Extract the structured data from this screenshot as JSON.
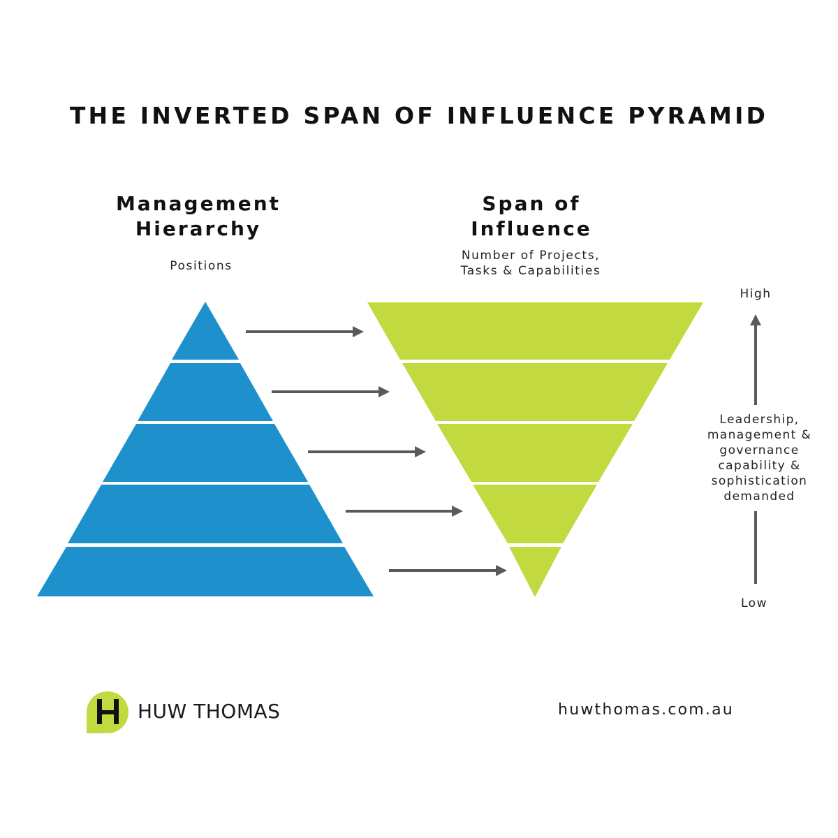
{
  "title": "THE INVERTED SPAN OF INFLUENCE PYRAMID",
  "left": {
    "heading_line1": "Management",
    "heading_line2": "Hierarchy",
    "subheading": "Positions"
  },
  "right": {
    "heading_line1": "Span of",
    "heading_line2": "Influence",
    "subheading_line1": "Number of Projects,",
    "subheading_line2": "Tasks & Capabilities"
  },
  "axis": {
    "high_label": "High",
    "low_label": "Low",
    "description_lines": [
      "Leadership,",
      "management &",
      "governance",
      "capability &",
      "sophistication",
      "demanded"
    ]
  },
  "pyramid": {
    "levels": 5,
    "color": "#1e91cc"
  },
  "inverted_pyramid": {
    "levels": 5,
    "color": "#c2d940"
  },
  "arrow_color": "#5a5a57",
  "brand": {
    "logo_letter": "H",
    "logo_color": "#c2d940",
    "name": "HUW THOMAS",
    "website": "huwthomas.com.au"
  }
}
